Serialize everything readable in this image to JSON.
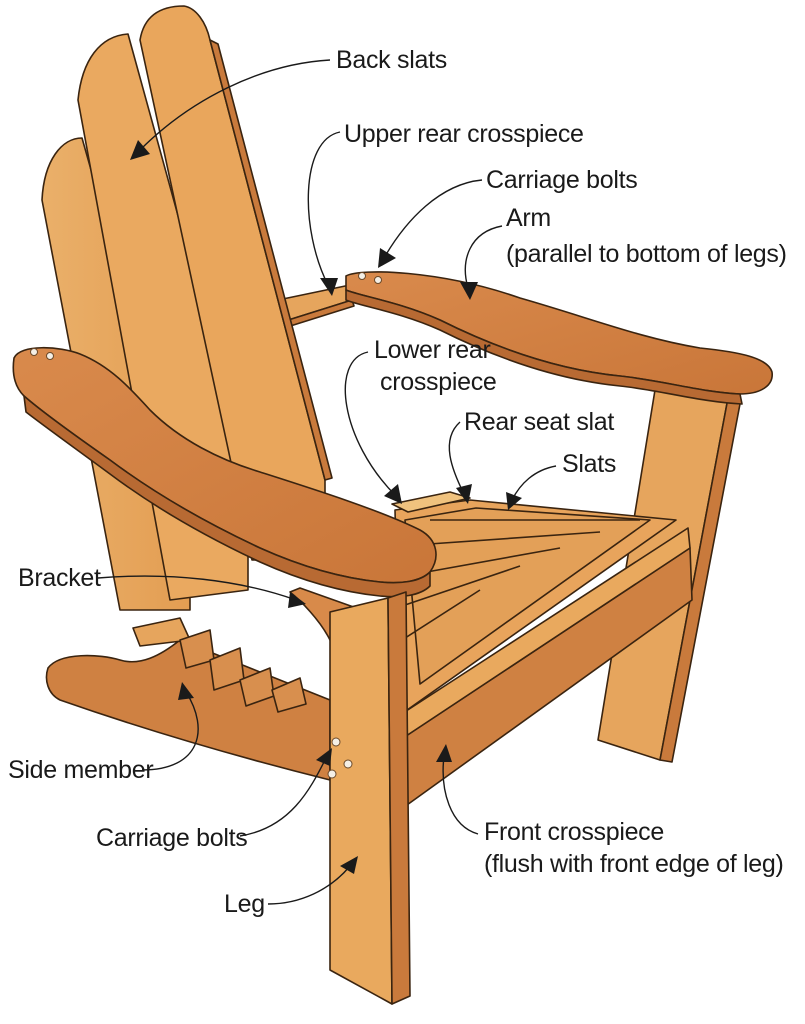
{
  "colors": {
    "wood_light": "#e8a95e",
    "wood_mid": "#d9894a",
    "wood_dark": "#c7753a",
    "wood_shadow": "#b86a33",
    "outline": "#3a2410",
    "label_text": "#1a1a1a",
    "background": "#ffffff"
  },
  "labels": {
    "back_slats": "Back slats",
    "upper_rear_crosspiece": "Upper rear crosspiece",
    "carriage_bolts_top": "Carriage bolts",
    "arm_line1": "Arm",
    "arm_line2": "(parallel to bottom of legs)",
    "lower_rear_crosspiece_line1": "Lower rear",
    "lower_rear_crosspiece_line2": "crosspiece",
    "rear_seat_slat": "Rear seat slat",
    "slats": "Slats",
    "bracket": "Bracket",
    "side_member": "Side member",
    "carriage_bolts_bottom": "Carriage bolts",
    "front_crosspiece_line1": "Front crosspiece",
    "front_crosspiece_line2": "(flush with front edge of leg)",
    "leg": "Leg"
  },
  "icons": [
    "arrowhead-icon"
  ]
}
